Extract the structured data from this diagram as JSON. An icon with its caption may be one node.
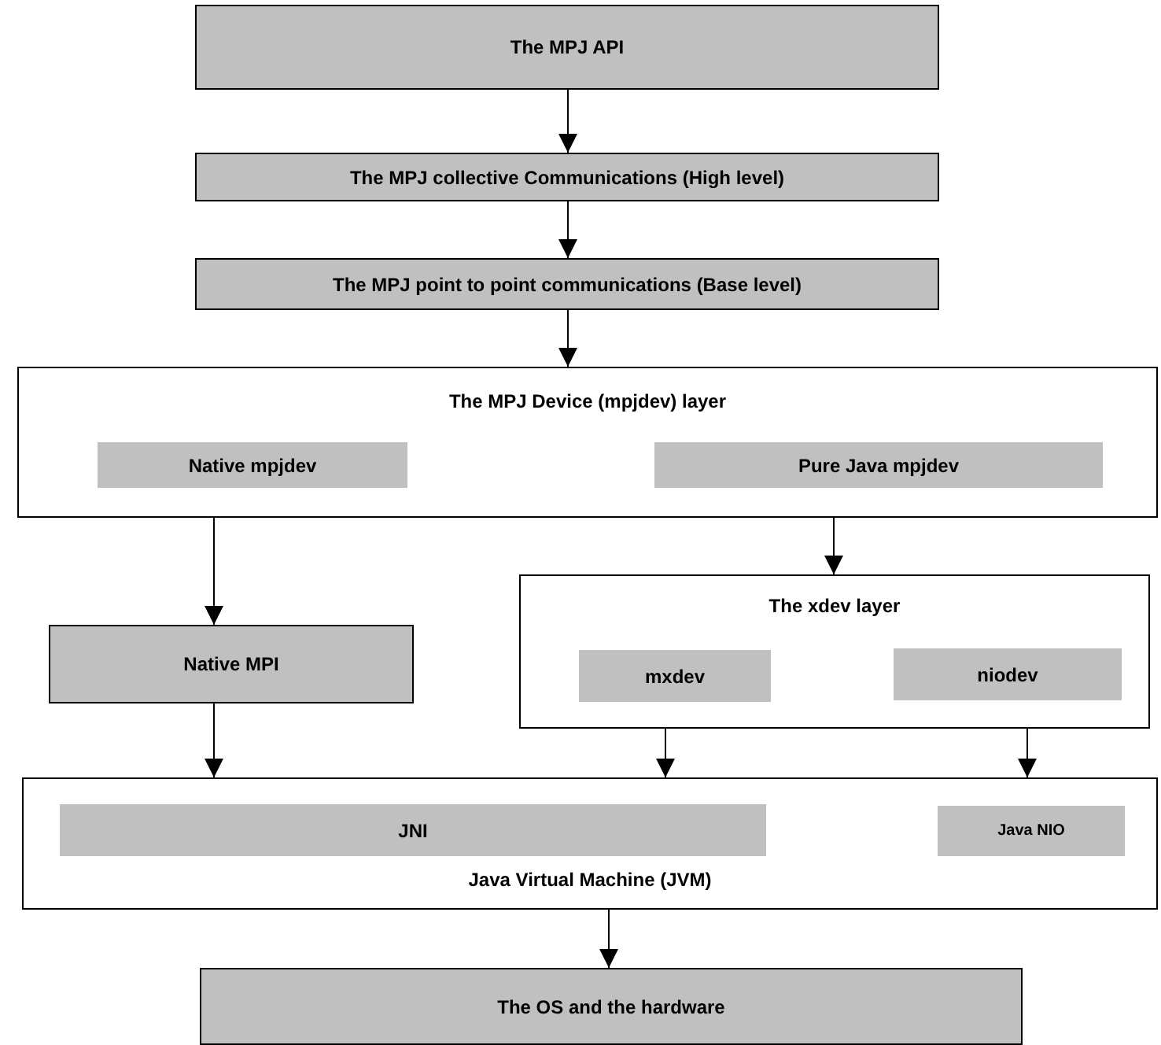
{
  "diagram": {
    "nodes": [
      {
        "text": [
          "The MPJ API"
        ]
      },
      {
        "text": [
          "The MPJ collective Communications (High level)"
        ]
      },
      {
        "text": [
          "The MPJ point to point communications (Base level)"
        ]
      },
      {
        "text": [
          "The MPJ Device (mpjdev) layer"
        ]
      },
      {
        "text": [
          "Native mpjdev"
        ],
        "in": 3
      },
      {
        "text": [
          "Pure Java mpjdev"
        ],
        "in": 3
      },
      {
        "text": [
          "Native MPI"
        ]
      },
      {
        "text": [
          "The xdev layer"
        ]
      },
      {
        "text": [
          "mxdev"
        ],
        "in": 7
      },
      {
        "text": [
          "niodev"
        ],
        "in": 7
      },
      {
        "text": [
          "Java Virtual Machine (JVM)"
        ]
      },
      {
        "text": [
          "JNI"
        ],
        "in": 10
      },
      {
        "text": [
          "Java NIO"
        ],
        "in": 10
      },
      {
        "text": [
          "The OS and the hardware"
        ]
      }
    ],
    "edges": [
      {
        "from": 0,
        "to": 1,
        "arrow": "to"
      },
      {
        "from": 1,
        "to": 2,
        "arrow": "to"
      },
      {
        "from": 2,
        "to": 3,
        "arrow": "to"
      },
      {
        "from": 3,
        "to": 6,
        "arrow": "to"
      },
      {
        "from": 3,
        "to": 7,
        "arrow": "to"
      },
      {
        "from": 6,
        "to": 10,
        "arrow": "to"
      },
      {
        "from": 7,
        "to": 10,
        "arrow": "to"
      },
      {
        "from": 7,
        "to": 10,
        "arrow": "to"
      },
      {
        "from": 10,
        "to": 13,
        "arrow": "to"
      }
    ]
  }
}
